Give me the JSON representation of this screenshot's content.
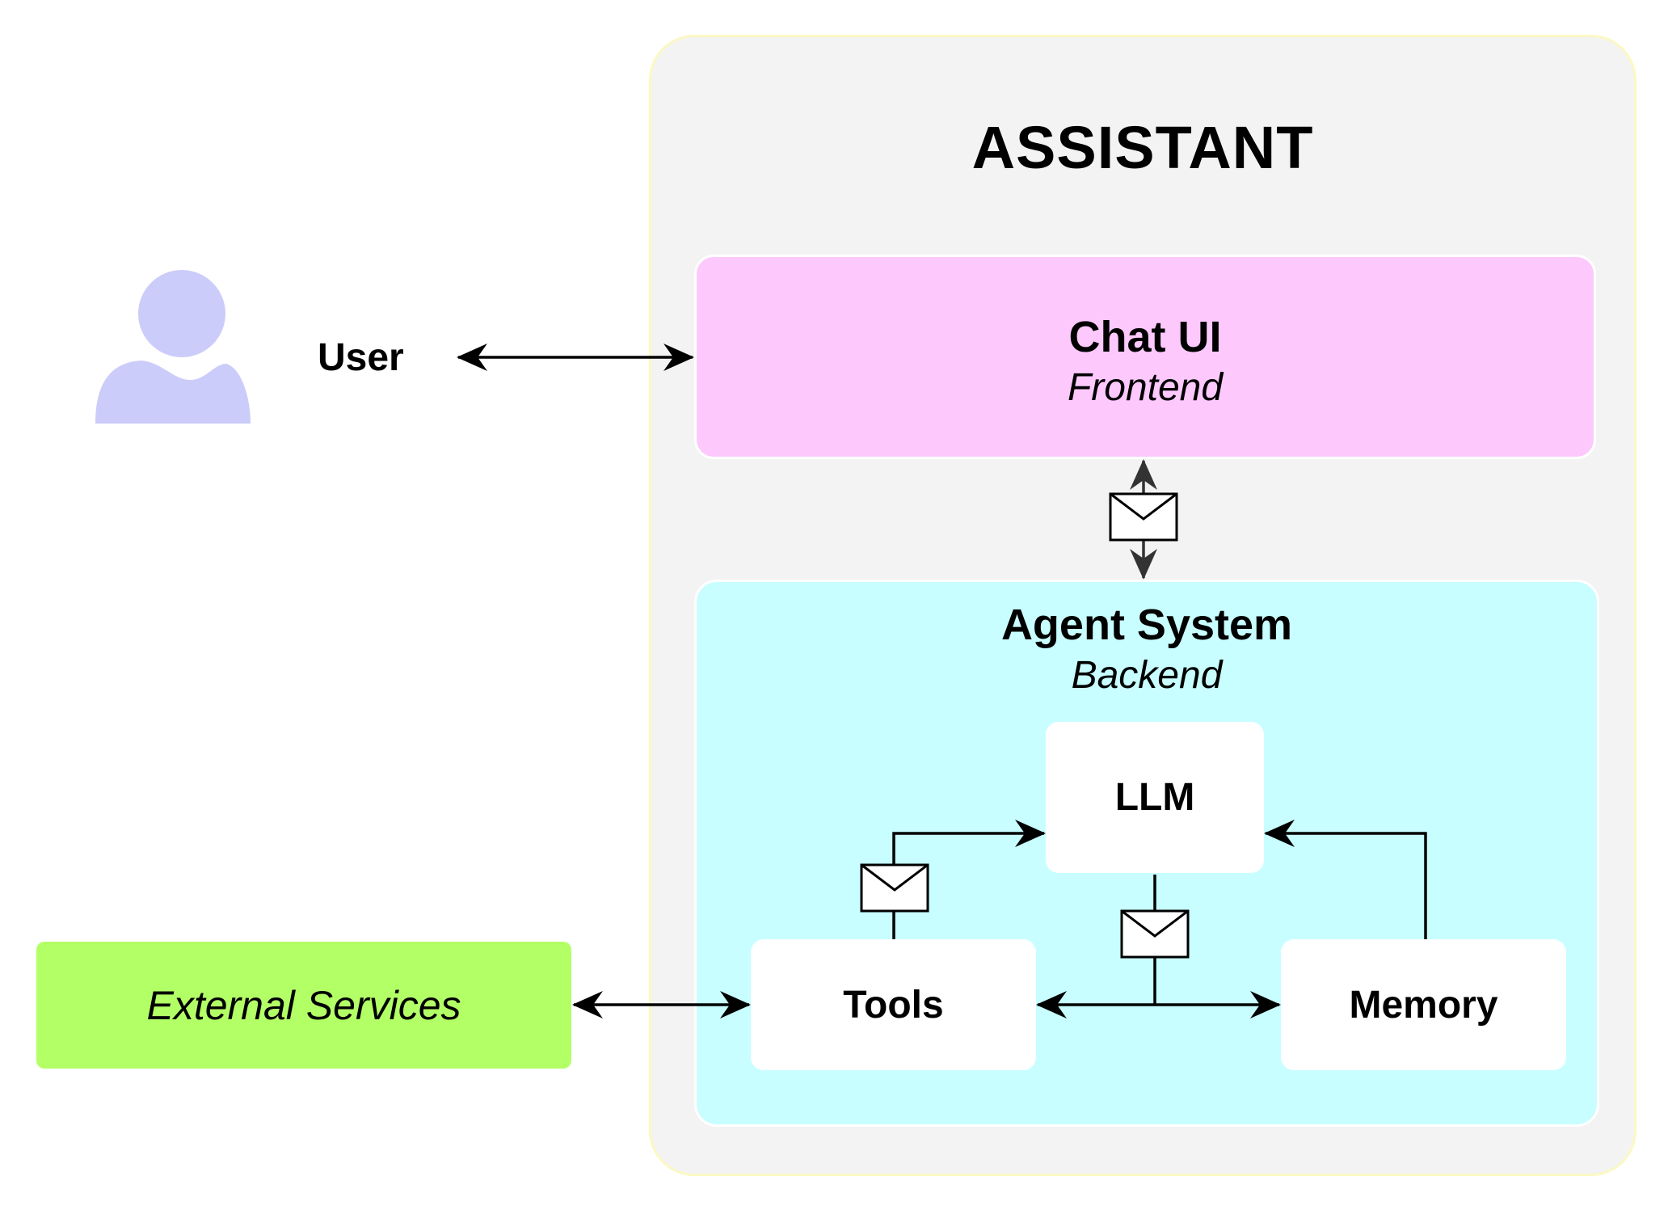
{
  "title": "ASSISTANT",
  "user": {
    "label": "User",
    "icon": "person-icon",
    "icon_color": "#ccccfa"
  },
  "chat_ui": {
    "title": "Chat UI",
    "subtitle": "Frontend",
    "color": "#fdc9fd"
  },
  "agent_system": {
    "title": "Agent System",
    "subtitle": "Backend",
    "color": "#c8feff",
    "components": {
      "llm": "LLM",
      "tools": "Tools",
      "memory": "Memory"
    }
  },
  "external_services": {
    "label": "External Services",
    "color": "#b3ff66"
  },
  "icons": {
    "message": "envelope-icon"
  }
}
